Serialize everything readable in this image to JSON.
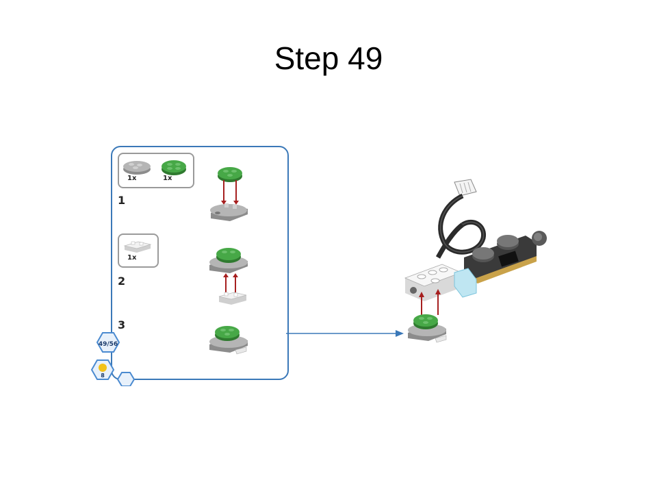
{
  "title": "Step 49",
  "panel": {
    "parts_a": [
      {
        "qty": "1x"
      },
      {
        "qty": "1x"
      }
    ],
    "parts_b": [
      {
        "qty": "1x"
      }
    ],
    "steps": [
      "1",
      "2",
      "3"
    ]
  },
  "badges": {
    "progress": "49/56",
    "count": "8"
  },
  "colors": {
    "panel_border": "#3a78b8",
    "green_brick": "#3f9a3f",
    "gray_brick": "#a9a9a9",
    "arrow": "#a61f1f",
    "cable": "#2b2b2b"
  }
}
